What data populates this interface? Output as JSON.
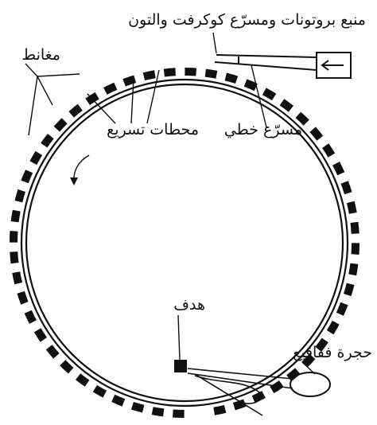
{
  "labels": {
    "source": "منبع بروتونات ومسرّع كوكرفت والتون",
    "magnets": "مغانط",
    "linear_accelerator": "مسرّع خطي",
    "acceleration_stations": "محطات تسريع",
    "target": "هدف",
    "bubble_chamber": "حجرة فقاقيع"
  },
  "colors": {
    "ink": "#111111",
    "background": "#ffffff"
  }
}
